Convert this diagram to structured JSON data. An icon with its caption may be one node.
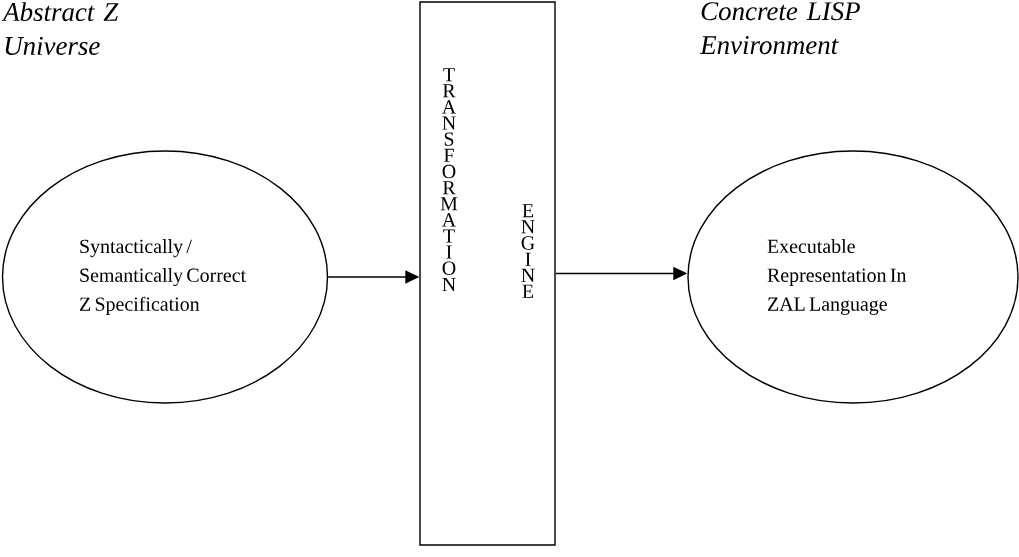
{
  "diagram": {
    "nodes": [
      {
        "text": [
          "Syntactically / Semantically Correct Z Specification"
        ]
      },
      {
        "text": [
          "TRANSFORMATION",
          "ENGINE"
        ]
      },
      {
        "text": [
          "Executable Representation In ZAL Language"
        ]
      }
    ],
    "edges": [
      {
        "from": 0,
        "to": 1,
        "arrow": "to"
      },
      {
        "from": 1,
        "to": 2,
        "arrow": "to"
      }
    ],
    "labels": [
      "Abstract Z Universe",
      "Concrete LISP Environment"
    ]
  }
}
